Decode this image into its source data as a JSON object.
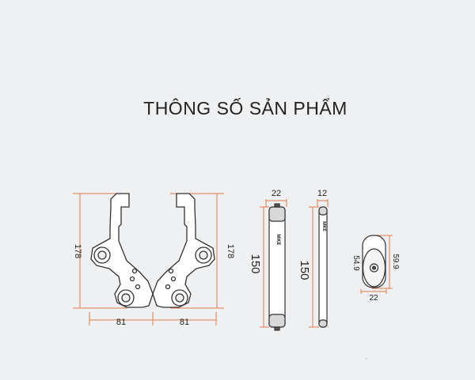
{
  "title": "THÔNG SỐ SẢN PHẨM",
  "colors": {
    "background": "#eef0f2",
    "dimension_line": "#e07a4a",
    "outline": "#333333"
  },
  "brackets": {
    "left": {
      "height": "178",
      "width": "81"
    },
    "right": {
      "height": "178",
      "width": "81"
    }
  },
  "bars": {
    "thick": {
      "width": "22",
      "length": "150"
    },
    "thin": {
      "width": "12",
      "length": "150"
    }
  },
  "spacer": {
    "inner_diameter": "54.9",
    "outer_diameter": "59.9",
    "width": "22"
  },
  "note": "·."
}
